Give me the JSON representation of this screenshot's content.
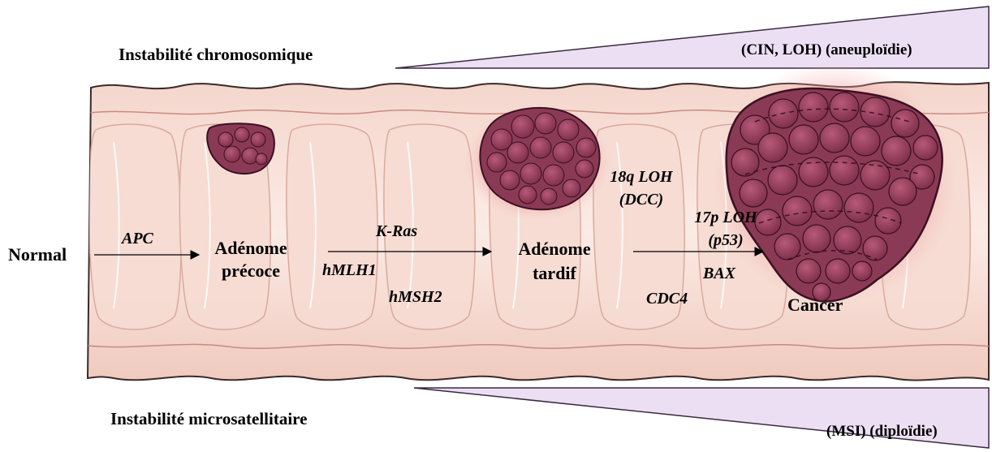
{
  "top_bar": {
    "title": "Instabilité chromosomique",
    "wedge_label": "(CIN, LOH) (aneuploïdie)"
  },
  "bottom_bar": {
    "title": "Instabilité microsatellitaire",
    "wedge_label": "(MSI) (diploïdie)"
  },
  "stages": {
    "normal": "Normal",
    "early_adenoma": [
      "Adénome",
      "précoce"
    ],
    "late_adenoma": [
      "Adénome",
      "tardif"
    ],
    "cancer": "Cancer"
  },
  "genes": {
    "apc": "APC",
    "kras": "K-Ras",
    "hmlh1": "hMLH1",
    "hmsh2": "hMSH2",
    "loh18q": [
      "18q LOH",
      "(DCC)"
    ],
    "loh17p": [
      "17p LOH",
      "(p53)"
    ],
    "bax": "BAX",
    "cdc4": "CDC4"
  },
  "colors": {
    "tissue_light": "#f8e3dc",
    "tissue_mid": "#efc6bb",
    "tissue_outline": "#c98a80",
    "wall_outer": "#f2d2c8",
    "tumor_fill": "#8b3a55",
    "tumor_dark": "#5e1f36",
    "halo": "#ee8f92",
    "wedge_fill": "#ecdff4"
  }
}
